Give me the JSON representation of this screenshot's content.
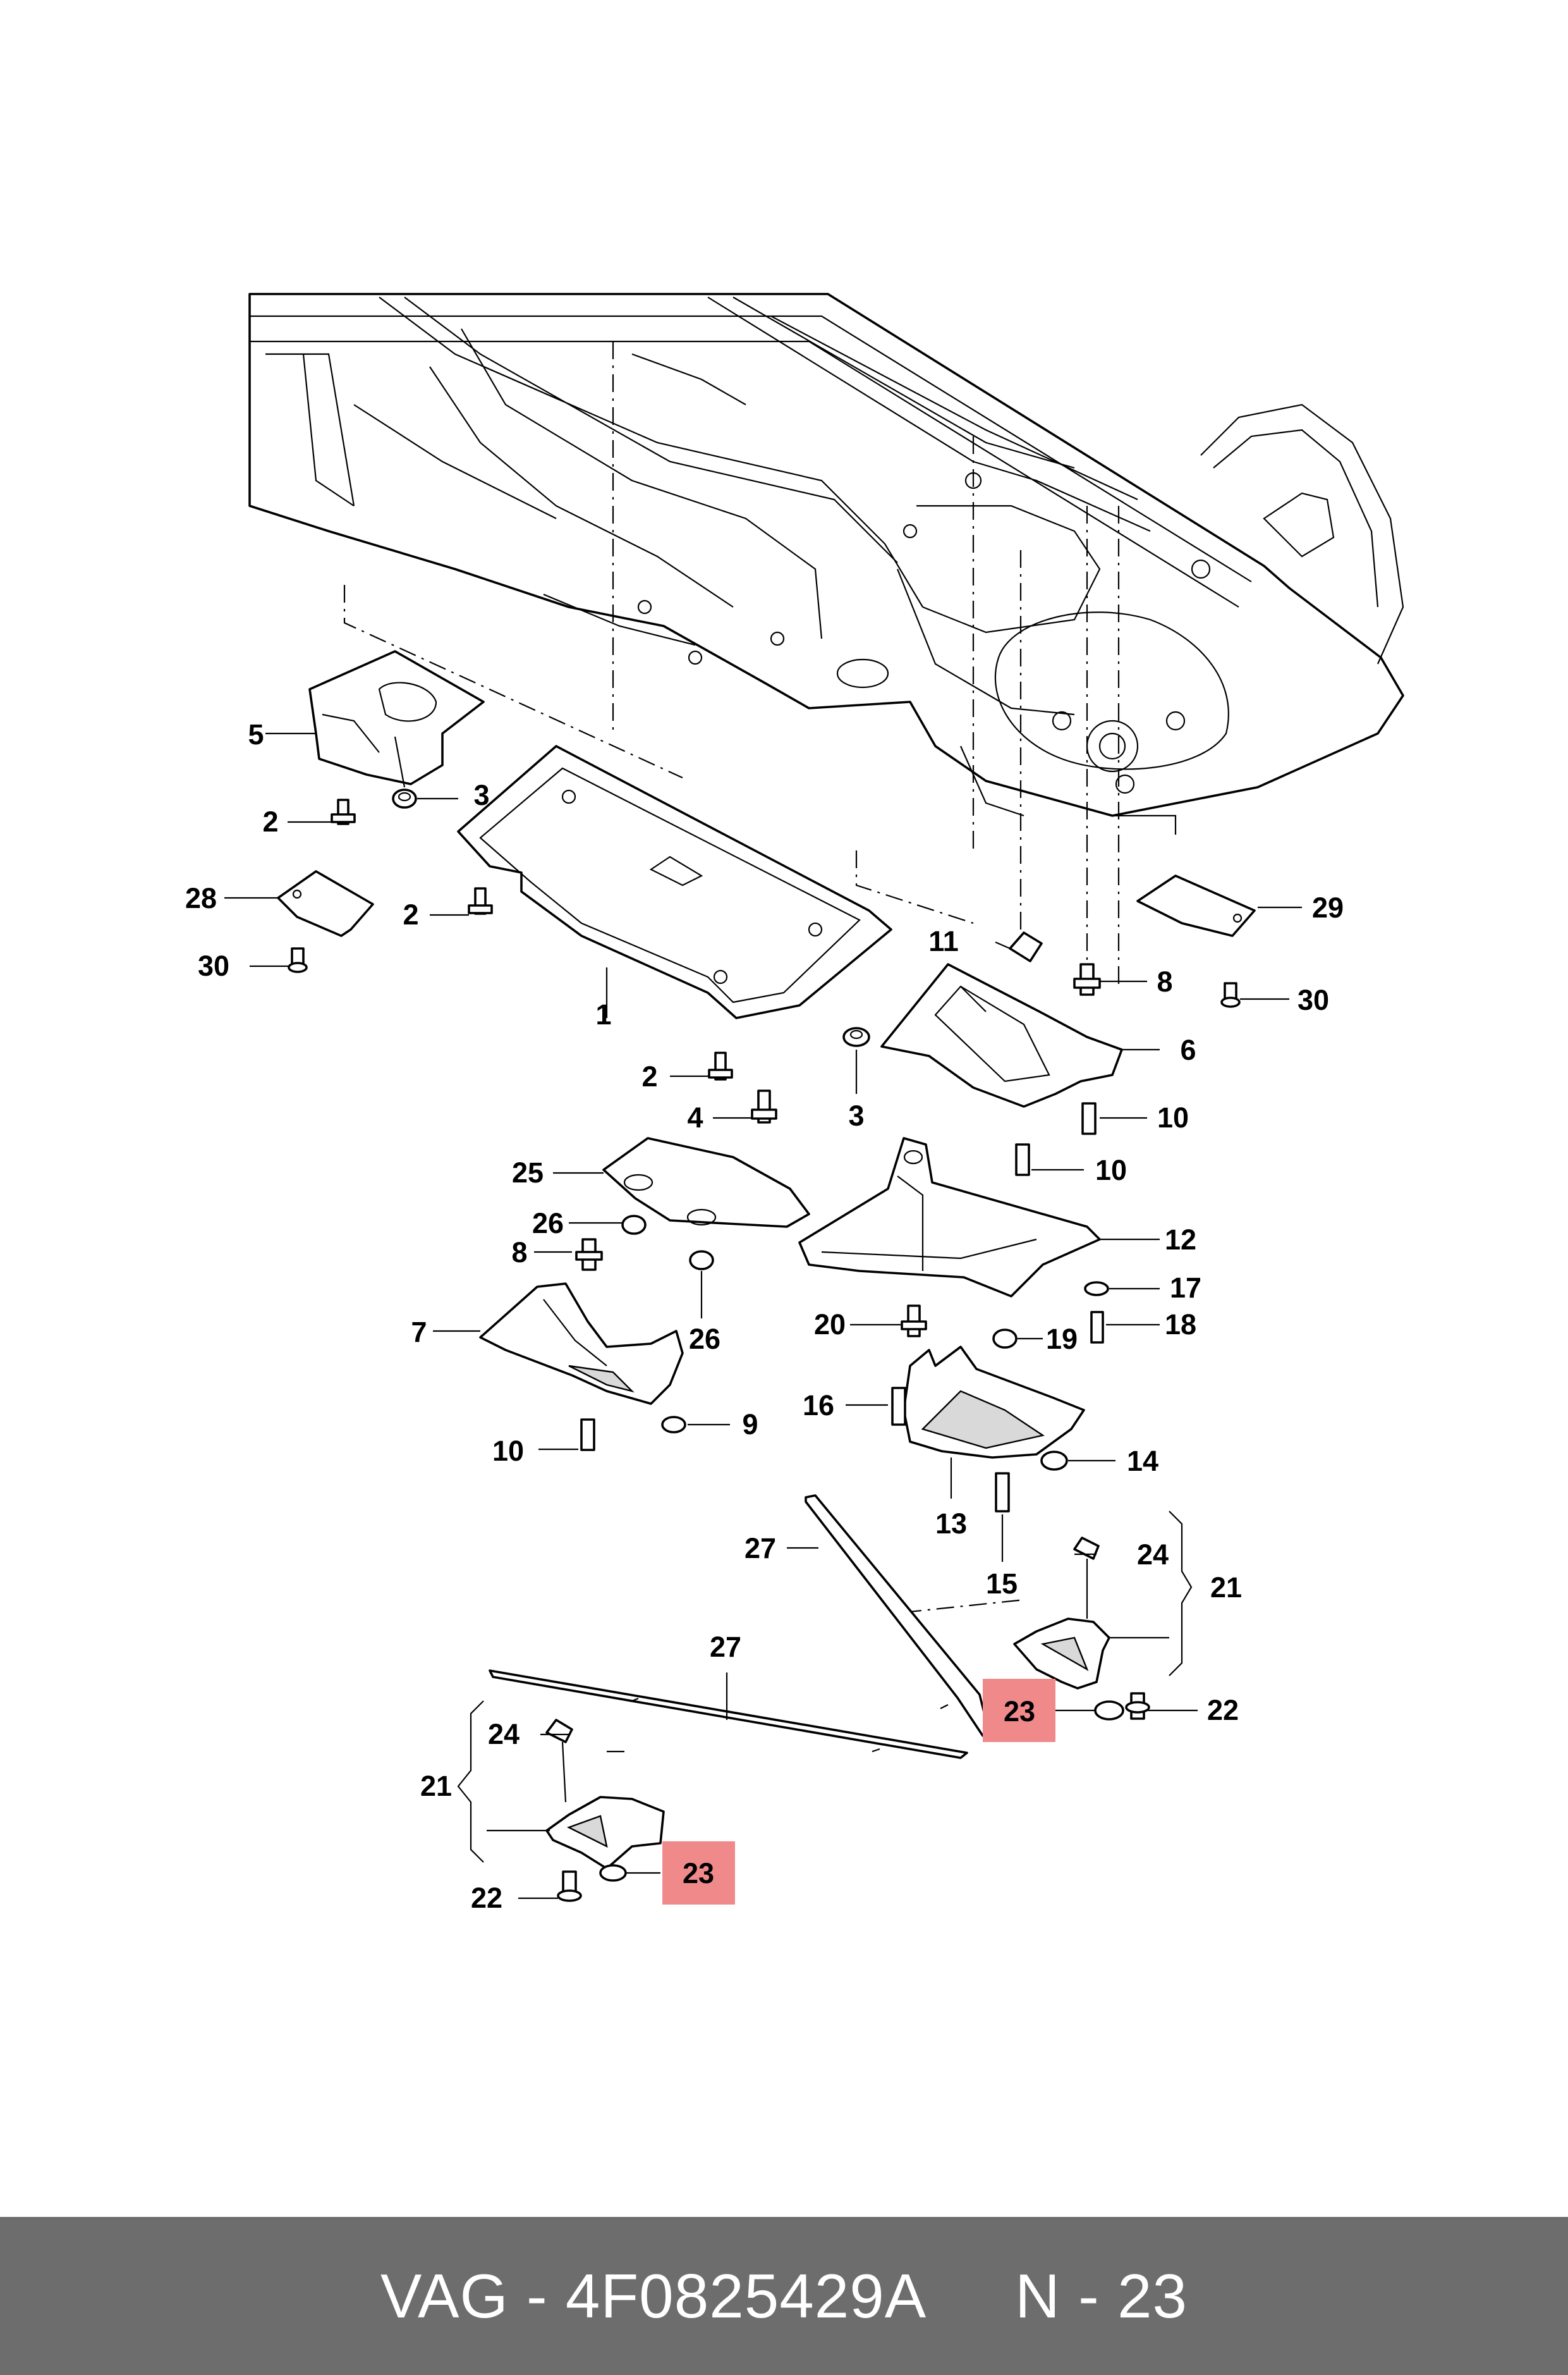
{
  "labels": {
    "l1": "1",
    "l2a": "2",
    "l2b": "2",
    "l2c": "2",
    "l3a": "3",
    "l3b": "3",
    "l4": "4",
    "l5": "5",
    "l6": "6",
    "l7": "7",
    "l8a": "8",
    "l8b": "8",
    "l9": "9",
    "l10a": "10",
    "l10b": "10",
    "l10c": "10",
    "l11": "11",
    "l12": "12",
    "l13": "13",
    "l14": "14",
    "l15": "15",
    "l16": "16",
    "l17": "17",
    "l18": "18",
    "l19": "19",
    "l20": "20",
    "l21a": "21",
    "l21b": "21",
    "l22a": "22",
    "l22b": "22",
    "l23a": "23",
    "l23b": "23",
    "l24a": "24",
    "l24b": "24",
    "l25": "25",
    "l26a": "26",
    "l26b": "26",
    "l27a": "27",
    "l27b": "27",
    "l28": "28",
    "l29": "29",
    "l30a": "30",
    "l30b": "30"
  },
  "highlight_color": "#f08a8a",
  "footer": {
    "brand": "VAG - 4F0825429A",
    "position": "N - 23",
    "background": "#6d6d6d"
  }
}
